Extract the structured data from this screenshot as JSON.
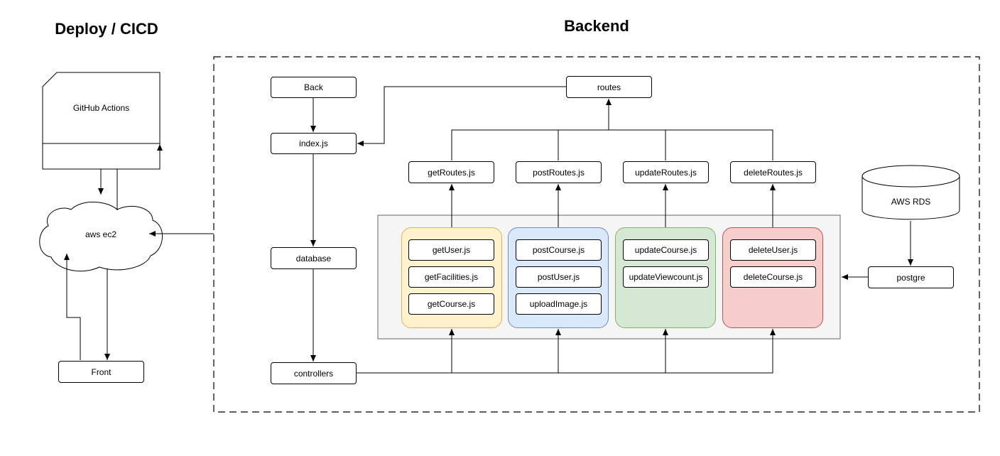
{
  "titles": {
    "deploy": "Deploy / CICD",
    "backend": "Backend"
  },
  "deploy": {
    "github_actions": "GitHub Actions",
    "ec2": "aws ec2",
    "front": "Front"
  },
  "backend": {
    "back": "Back",
    "index": "index.js",
    "database": "database",
    "controllers": "controllers",
    "routes_root": "routes",
    "routes": [
      "getRoutes.js",
      "postRoutes.js",
      "updateRoutes.js",
      "deleteRoutes.js"
    ],
    "groups": [
      {
        "color": "#fff2cc",
        "border": "#d6b656",
        "files": [
          "getUser.js",
          "getFacilities.js",
          "getCourse.js"
        ]
      },
      {
        "color": "#dae8fc",
        "border": "#6c8ebf",
        "files": [
          "postCourse.js",
          "postUser.js",
          "uploadImage.js"
        ]
      },
      {
        "color": "#d5e8d4",
        "border": "#82b366",
        "files": [
          "updateCourse.js",
          "updateViewcount.js"
        ]
      },
      {
        "color": "#f8cecc",
        "border": "#b85450",
        "files": [
          "deleteUser.js",
          "deleteCourse.js"
        ]
      }
    ],
    "aws_rds": "AWS RDS",
    "postgre": "postgre"
  }
}
